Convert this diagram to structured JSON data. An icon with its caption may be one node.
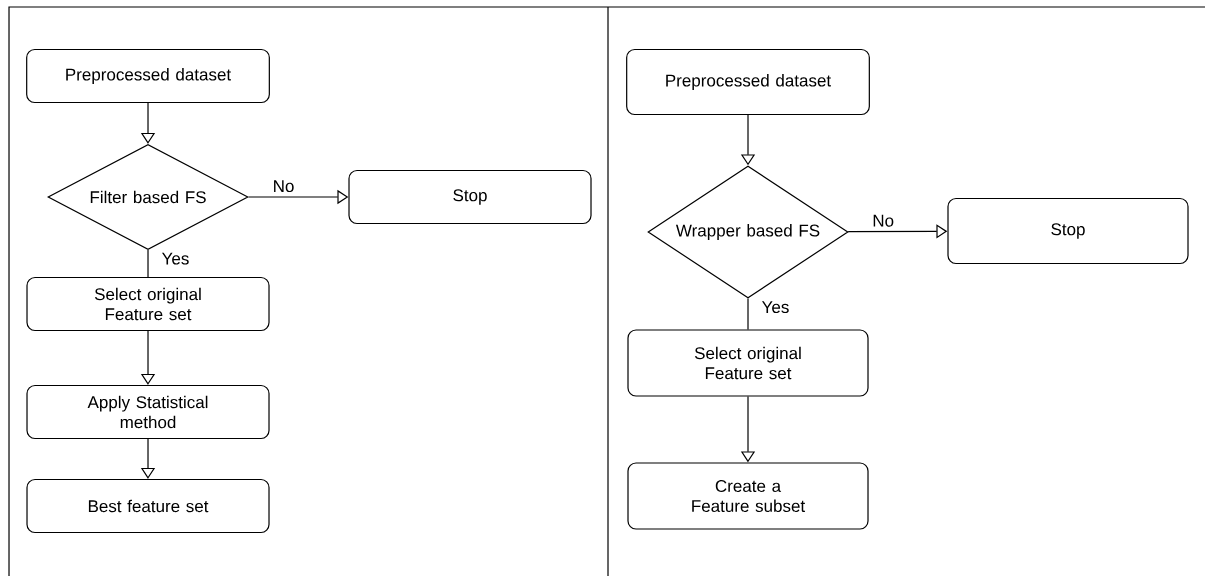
{
  "diagram": {
    "nodes": [
      {
        "text": [
          "Preprocessed dataset"
        ]
      },
      {
        "text": [
          "Filter based FS"
        ]
      },
      {
        "text": [
          "Stop"
        ]
      },
      {
        "text": [
          "Select original Feature set"
        ]
      },
      {
        "text": [
          "Apply Statistical method"
        ]
      },
      {
        "text": [
          "Best feature set"
        ]
      },
      {
        "text": [
          "Preprocessed dataset"
        ]
      },
      {
        "text": [
          "Wrapper based FS"
        ]
      },
      {
        "text": [
          "Stop"
        ]
      },
      {
        "text": [
          "Select original Feature set"
        ]
      },
      {
        "text": [
          "Create a Feature subset"
        ]
      }
    ],
    "edges": [
      {
        "from": 0,
        "to": 1,
        "arrow": "to"
      },
      {
        "from": 1,
        "to": 2,
        "arrow": "to",
        "label": "No"
      },
      {
        "from": 1,
        "to": 3,
        "arrow": "none",
        "label": "Yes"
      },
      {
        "from": 3,
        "to": 4,
        "arrow": "to"
      },
      {
        "from": 4,
        "to": 5,
        "arrow": "to"
      },
      {
        "from": 6,
        "to": 7,
        "arrow": "to"
      },
      {
        "from": 7,
        "to": 8,
        "arrow": "to",
        "label": "No"
      },
      {
        "from": 7,
        "to": 9,
        "arrow": "none",
        "label": "Yes"
      },
      {
        "from": 9,
        "to": 10,
        "arrow": "to"
      }
    ]
  }
}
